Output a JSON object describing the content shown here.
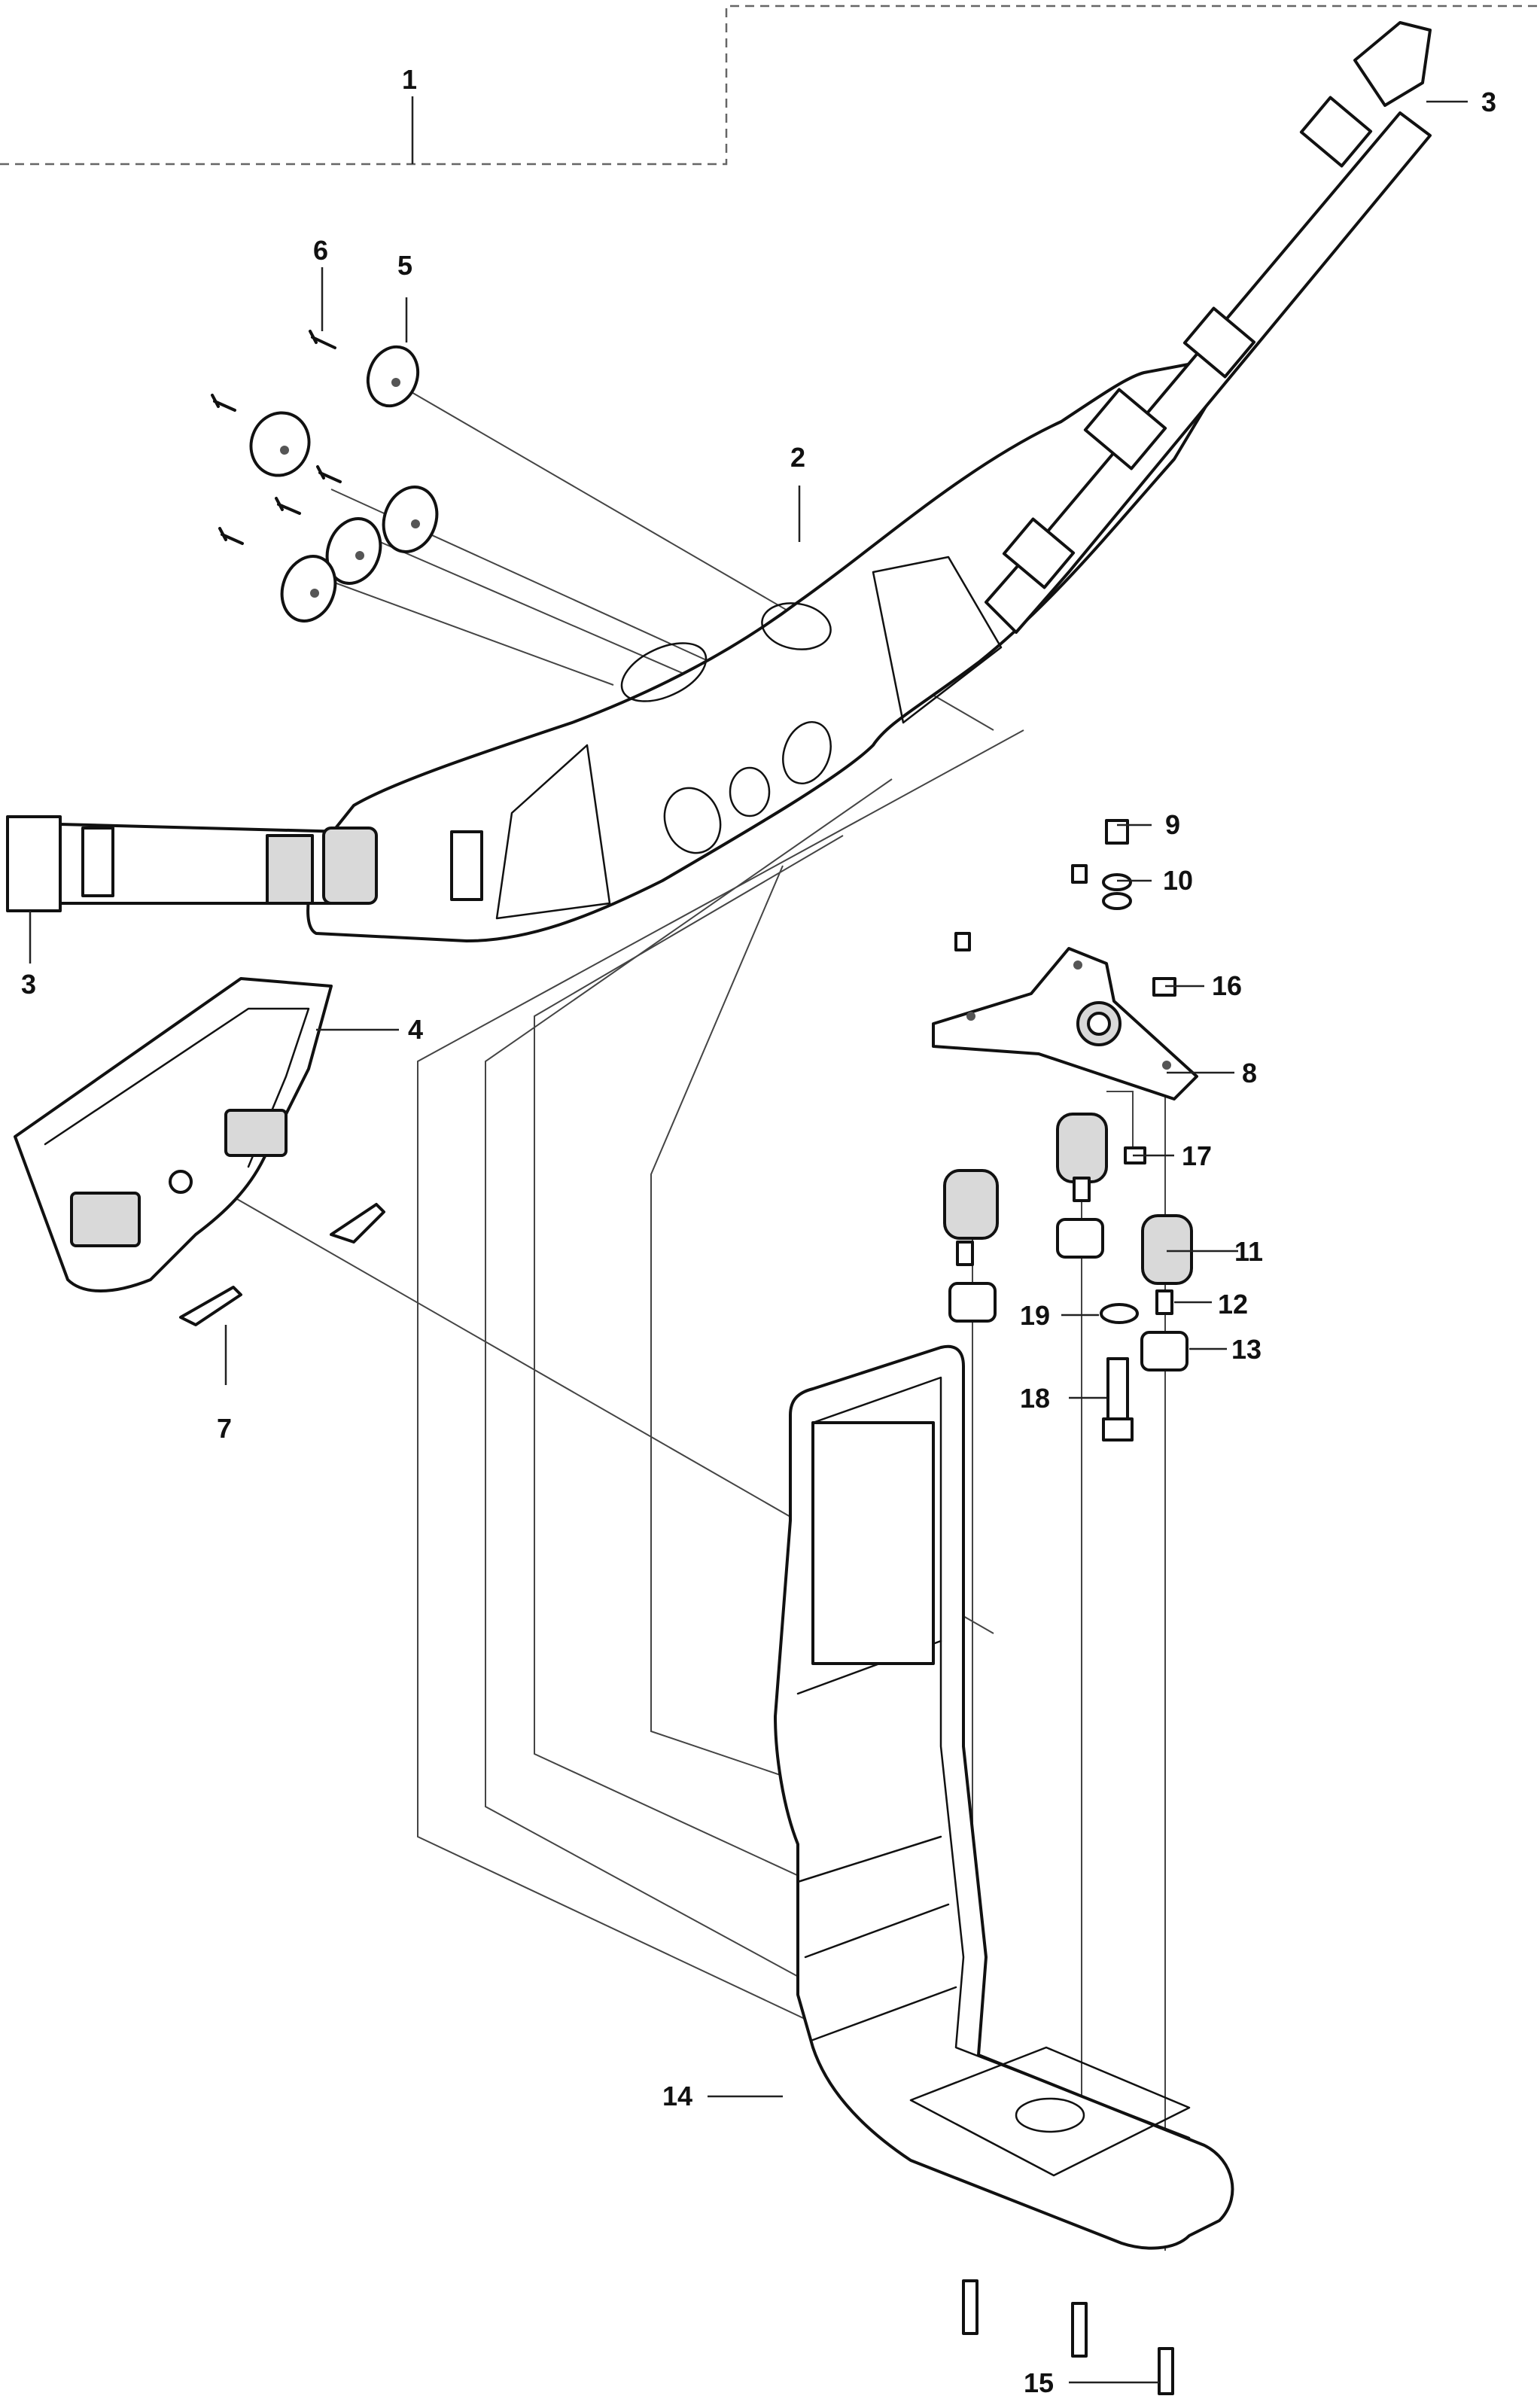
{
  "diagram": {
    "callouts": [
      {
        "id": "c1",
        "label": "1"
      },
      {
        "id": "c2",
        "label": "2"
      },
      {
        "id": "c3a",
        "label": "3"
      },
      {
        "id": "c3b",
        "label": "3"
      },
      {
        "id": "c4",
        "label": "4"
      },
      {
        "id": "c5",
        "label": "5"
      },
      {
        "id": "c6",
        "label": "6"
      },
      {
        "id": "c7",
        "label": "7"
      },
      {
        "id": "c8",
        "label": "8"
      },
      {
        "id": "c9",
        "label": "9"
      },
      {
        "id": "c10",
        "label": "10"
      },
      {
        "id": "c11",
        "label": "11"
      },
      {
        "id": "c12",
        "label": "12"
      },
      {
        "id": "c13",
        "label": "13"
      },
      {
        "id": "c14",
        "label": "14"
      },
      {
        "id": "c15",
        "label": "15"
      },
      {
        "id": "c16",
        "label": "16"
      },
      {
        "id": "c17",
        "label": "17"
      },
      {
        "id": "c18",
        "label": "18"
      },
      {
        "id": "c19",
        "label": "19"
      }
    ]
  }
}
